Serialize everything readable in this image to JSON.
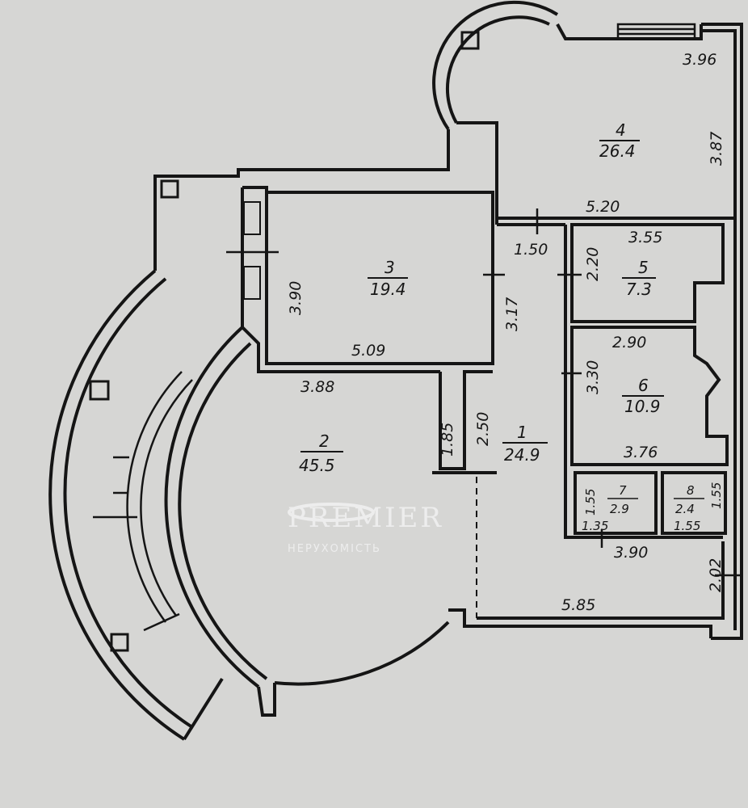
{
  "rooms": [
    {
      "num": "1",
      "area": "24.9"
    },
    {
      "num": "2",
      "area": "45.5"
    },
    {
      "num": "3",
      "area": "19.4"
    },
    {
      "num": "4",
      "area": "26.4"
    },
    {
      "num": "5",
      "area": "7.3"
    },
    {
      "num": "6",
      "area": "10.9"
    },
    {
      "num": "7",
      "area": "2.9"
    },
    {
      "num": "8",
      "area": "2.4"
    }
  ],
  "dimensions": {
    "r4_width": "3.96",
    "r4_height": "3.87",
    "r4_bottom": "5.20",
    "r3_height": "3.90",
    "r3_right": "3.17",
    "r3_bottom": "5.09",
    "r2_top": "3.88",
    "r2_side": "1.85",
    "r1_side": "2.50",
    "r1_top": "1.50",
    "r5_top": "3.55",
    "r5_side": "2.20",
    "r6_top": "2.90",
    "r6_side": "3.30",
    "r6_bottom": "3.76",
    "r7_side": "1.55",
    "r7_bottom": "1.35",
    "r8_side": "1.55",
    "r8_bottom": "1.55",
    "wc_bottom": "3.90",
    "hall_side": "2.02",
    "hall_bottom": "5.85"
  },
  "watermark": {
    "name": "PREMIER",
    "sub": "НЕРУХОМІСТЬ"
  }
}
